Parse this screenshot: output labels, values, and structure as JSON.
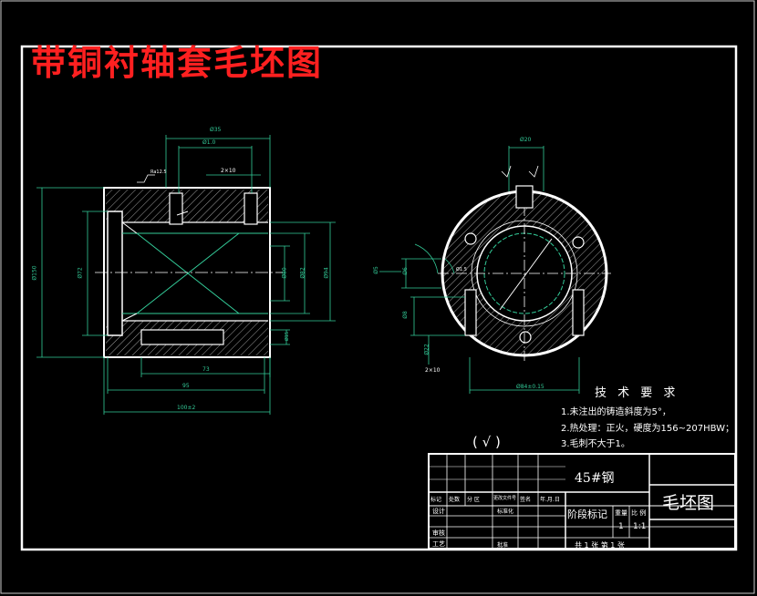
{
  "title": "带铜衬轴套毛坯图",
  "technical_requirements": {
    "heading": "技 术 要 求",
    "items": [
      "1.未注出的铸造斜度为5°，",
      "2.热处理：正火，硬度为156~207HBW；",
      "3.毛刺不大于1。"
    ]
  },
  "roughness_note": "(  √  )",
  "title_block": {
    "material": "45#钢",
    "drawing_name": "毛坯图",
    "stage_mark": "阶段标记",
    "weight": "重量",
    "scale_label": "比 例",
    "quantity": "1",
    "scale_value": "1:1",
    "sheets": "共 1 张  第 1 张",
    "row_labels": [
      "设计",
      "审核",
      "工艺"
    ],
    "mark_row": [
      "标记",
      "处数",
      "分 区",
      "更改文件号",
      "签名",
      "年.月.日"
    ],
    "standardize": "标准化",
    "approve": "批准"
  },
  "front_view_dims": {
    "top_overall": "Ø35",
    "top_inner": "Ø1.0",
    "top_chamfer": "2×10",
    "bottom_inner": "73",
    "bottom_mid": "95",
    "bottom_overall": "100±2",
    "left_overall": "Ø150",
    "left_inner": "Ø72",
    "right_1": "Ø80",
    "right_2": "Ø82",
    "right_3": "Ø94",
    "right_small": "Ø15",
    "roughness": "Ra12.5"
  },
  "side_view_dims": {
    "top": "Ø20",
    "left_1": "Ø5",
    "left_2": "Ø6",
    "left_3": "Ø1.5",
    "left_4": "Ø8",
    "left_5": "Ø22",
    "bottom": "Ø84±0.15",
    "chamfer": "2×10"
  }
}
